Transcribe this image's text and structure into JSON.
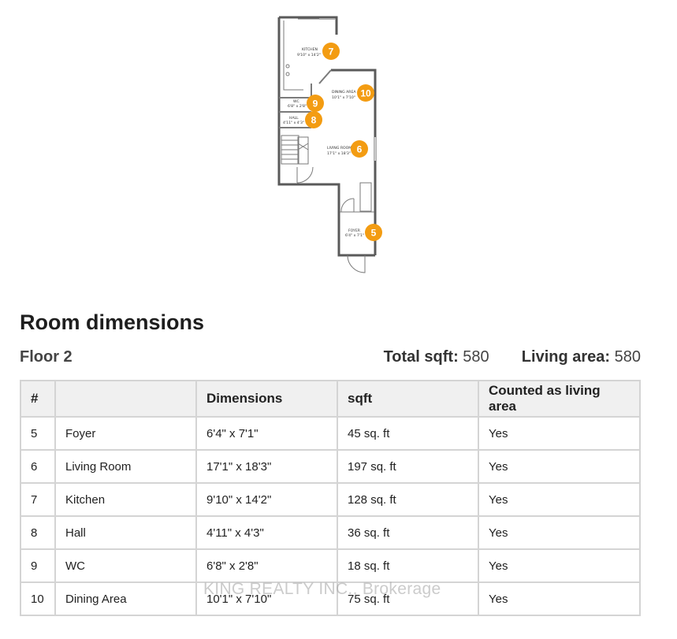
{
  "floorplan": {
    "rooms": [
      {
        "name": "KITCHEN",
        "dims": "9'10\" x 14'2\"",
        "marker": "7"
      },
      {
        "name": "DINING AREA",
        "dims": "10'1\" x 7'10\"",
        "marker": "10"
      },
      {
        "name": "WC",
        "dims": "6'8\" x 2'8\"",
        "marker": "9"
      },
      {
        "name": "HALL",
        "dims": "4'11\" x 4'3\"",
        "marker": "8"
      },
      {
        "name": "LIVING ROOM",
        "dims": "17'1\" x 18'3\"",
        "marker": "6"
      },
      {
        "name": "FOYER",
        "dims": "6'4\" x 7'1\"",
        "marker": "5"
      }
    ],
    "marker_color": "#f39c12",
    "wall_color": "#5a5a5a"
  },
  "section_title": "Room dimensions",
  "floor": {
    "label": "Floor 2",
    "total_sqft_label": "Total sqft:",
    "total_sqft_value": "580",
    "living_area_label": "Living area:",
    "living_area_value": "580"
  },
  "table": {
    "headers": [
      "#",
      "",
      "Dimensions",
      "sqft",
      "Counted as living area"
    ],
    "rows": [
      {
        "num": "5",
        "name": "Foyer",
        "dims": "6'4\" x 7'1\"",
        "sqft": "45 sq. ft",
        "living": "Yes"
      },
      {
        "num": "6",
        "name": "Living Room",
        "dims": "17'1\" x 18'3\"",
        "sqft": "197 sq. ft",
        "living": "Yes"
      },
      {
        "num": "7",
        "name": "Kitchen",
        "dims": "9'10\" x 14'2\"",
        "sqft": "128 sq. ft",
        "living": "Yes"
      },
      {
        "num": "8",
        "name": "Hall",
        "dims": "4'11\" x 4'3\"",
        "sqft": "36 sq. ft",
        "living": "Yes"
      },
      {
        "num": "9",
        "name": "WC",
        "dims": "6'8\" x 2'8\"",
        "sqft": "18 sq. ft",
        "living": "Yes"
      },
      {
        "num": "10",
        "name": "Dining Area",
        "dims": "10'1\" x 7'10\"",
        "sqft": "75 sq. ft",
        "living": "Yes"
      }
    ]
  },
  "watermark": "KING REALTY INC., Brokerage"
}
